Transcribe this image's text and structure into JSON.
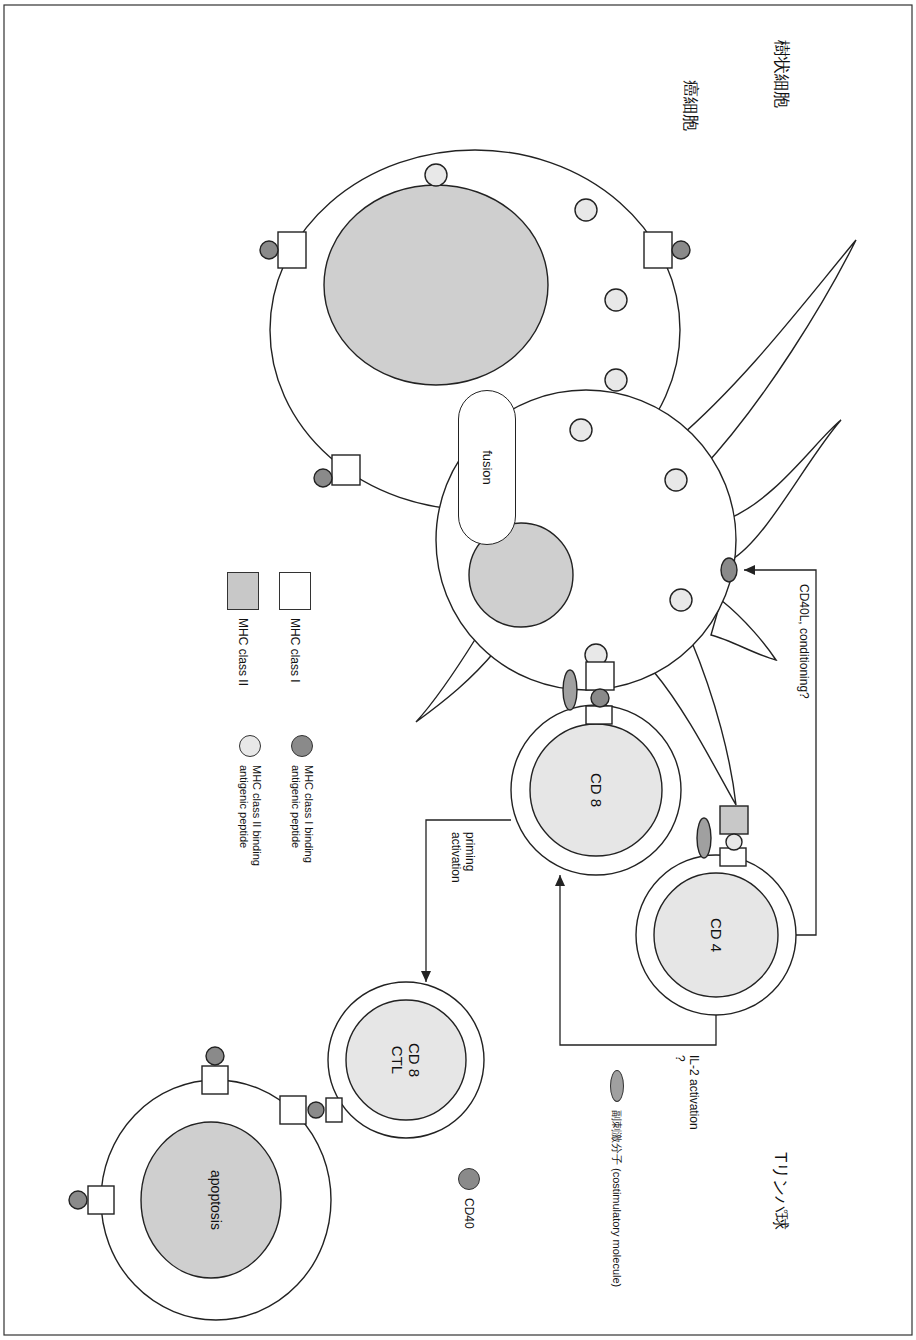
{
  "diagram": {
    "nodes": [
      {
        "text": [
          "樹状細胞"
        ]
      },
      {
        "text": [
          "癌細胞"
        ]
      },
      {
        "text": [
          "fusion"
        ],
        "in": 0
      },
      {
        "text": [
          "CD 4"
        ]
      },
      {
        "text": [
          "CD 8"
        ]
      },
      {
        "text": [
          "CD 8 CTL"
        ]
      },
      {
        "text": [
          "apoptosis"
        ]
      }
    ],
    "edges": [
      {
        "from": 3,
        "to": 0,
        "arrow": "to",
        "label": "CD40L, conditioning?"
      },
      {
        "from": 3,
        "to": 4,
        "arrow": "to",
        "label": "IL-2 activation ?"
      },
      {
        "from": 4,
        "to": 5,
        "arrow": "to",
        "label": "priming activation"
      }
    ],
    "labels": [
      "Tリンパ球"
    ],
    "legend": [
      {
        "text": "MHC class I",
        "color": "#ffffff"
      },
      {
        "text": "MHC class II",
        "color": "#c8c8c8"
      },
      {
        "text": "MHC class I binding antigenic peptide",
        "color": "#8a8a8a"
      },
      {
        "text": "MHC class II binding antigenic peptide",
        "color": "#e8e8e8"
      },
      {
        "text": "副刺激分子 (costimulatory molecule)",
        "color": "#a0a0a0"
      },
      {
        "text": "CD40",
        "color": "#8a8a8a"
      }
    ]
  }
}
